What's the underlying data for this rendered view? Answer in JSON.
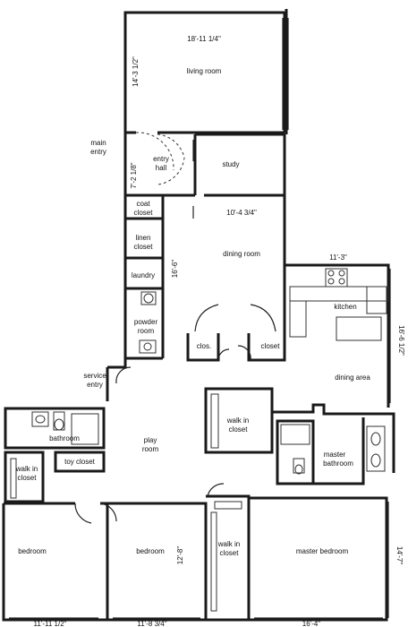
{
  "rooms": {
    "living_room": "living room",
    "main_entry": [
      "main",
      "entry"
    ],
    "entry_hall": [
      "entry",
      "hall"
    ],
    "study": "study",
    "coat_closet": [
      "coat",
      "closet"
    ],
    "linen_closet": [
      "linen",
      "closet"
    ],
    "laundry": "laundry",
    "powder_room": [
      "powder",
      "room"
    ],
    "dining_room": "dining room",
    "clos": "clos.",
    "closet": "closet",
    "kitchen": "kitchen",
    "dining_area": "dining area",
    "service_entry": [
      "service",
      "entry"
    ],
    "bathroom": "bathroom",
    "play_room": [
      "play",
      "room"
    ],
    "walk_in_closet_center": [
      "walk in",
      "closet"
    ],
    "master_bathroom": [
      "master",
      "bathroom"
    ],
    "walk_in_closet_left": [
      "walk in",
      "closet"
    ],
    "toy_closet": "toy closet",
    "bedroom_left": "bedroom",
    "bedroom_middle": "bedroom",
    "walk_in_closet_bottom": [
      "walk in",
      "closet"
    ],
    "master_bedroom": "master bedroom"
  },
  "dimensions": {
    "living_width": "18'-11 1/4\"",
    "living_depth": "14'-3 1/2\"",
    "entry_depth": "7'-2 1/8\"",
    "dining_width": "10'-4 3/4\"",
    "dining_depth": "16'-6\"",
    "kitchen_width": "11'-3\"",
    "kitchen_depth": "16'-6 1/2\"",
    "bedroom_middle_depth": "12'-8\"",
    "master_bedroom_depth": "14'-7\"",
    "bottom_left": "11'-11 1/2\"",
    "bottom_middle": "11'-8 3/4\"",
    "bottom_right": "16'-4\""
  }
}
